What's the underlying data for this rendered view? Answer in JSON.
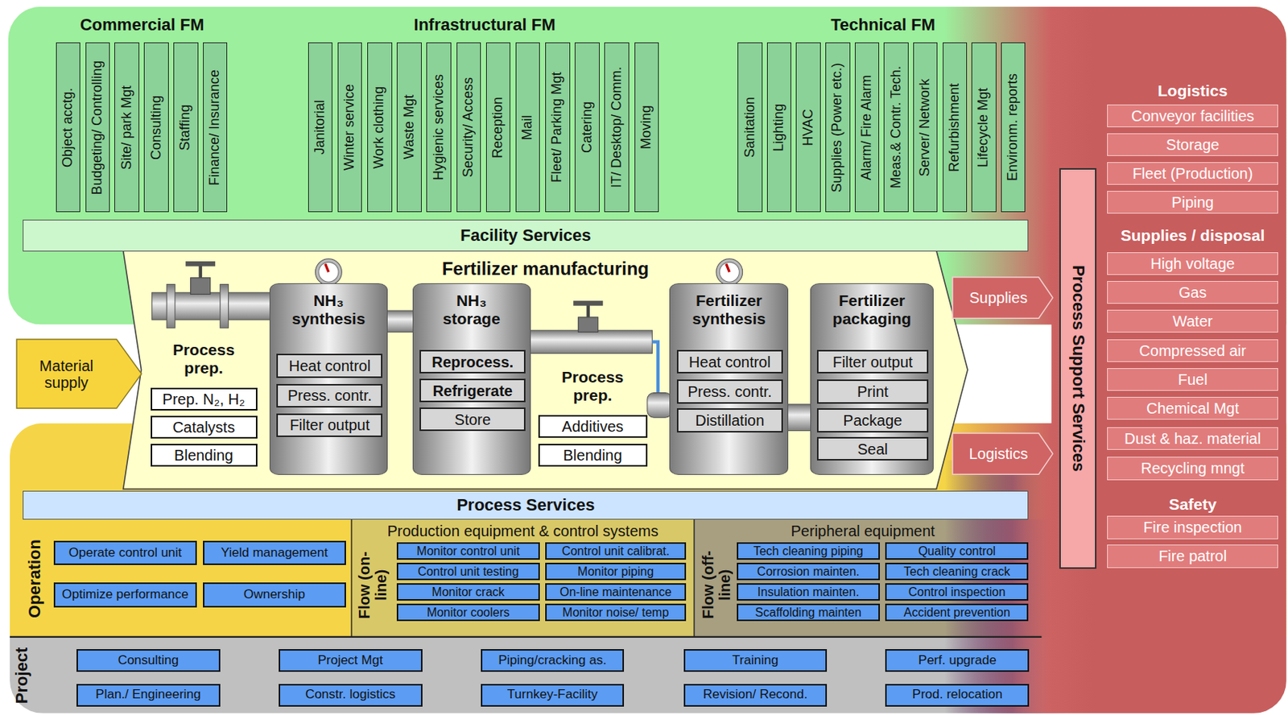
{
  "diagram": {
    "nodes": [
      {
        "text": [
          "Commercial FM"
        ]
      },
      {
        "text": [
          "Object acctg."
        ],
        "in": 0
      },
      {
        "text": [
          "Budgeting/ Controlling"
        ],
        "in": 0
      },
      {
        "text": [
          "Site/ park Mgt"
        ],
        "in": 0
      },
      {
        "text": [
          "Consulting"
        ],
        "in": 0
      },
      {
        "text": [
          "Staffing"
        ],
        "in": 0
      },
      {
        "text": [
          "Finance/ Insurance"
        ],
        "in": 0
      },
      {
        "text": [
          "Infrastructural FM"
        ]
      },
      {
        "text": [
          "Janitorial"
        ],
        "in": 7
      },
      {
        "text": [
          "Winter service"
        ],
        "in": 7
      },
      {
        "text": [
          "Work clothing"
        ],
        "in": 7
      },
      {
        "text": [
          "Waste Mgt"
        ],
        "in": 7
      },
      {
        "text": [
          "Hygienic services"
        ],
        "in": 7
      },
      {
        "text": [
          "Security/ Access"
        ],
        "in": 7
      },
      {
        "text": [
          "Reception"
        ],
        "in": 7
      },
      {
        "text": [
          "Mail"
        ],
        "in": 7
      },
      {
        "text": [
          "Fleet/ Parking Mgt"
        ],
        "in": 7
      },
      {
        "text": [
          "Catering"
        ],
        "in": 7
      },
      {
        "text": [
          "IT/ Desktop/ Comm."
        ],
        "in": 7
      },
      {
        "text": [
          "Moving"
        ],
        "in": 7
      },
      {
        "text": [
          "Technical FM"
        ]
      },
      {
        "text": [
          "Sanitation"
        ],
        "in": 20
      },
      {
        "text": [
          "Lighting"
        ],
        "in": 20
      },
      {
        "text": [
          "HVAC"
        ],
        "in": 20
      },
      {
        "text": [
          "Supplies (Power etc.)"
        ],
        "in": 20
      },
      {
        "text": [
          "Alarm/ Fire Alarm"
        ],
        "in": 20
      },
      {
        "text": [
          "Meas.& Contr. Tech."
        ],
        "in": 20
      },
      {
        "text": [
          "Server/ Network"
        ],
        "in": 20
      },
      {
        "text": [
          "Refurbishment"
        ],
        "in": 20
      },
      {
        "text": [
          "Lifecycle Mgt"
        ],
        "in": 20
      },
      {
        "text": [
          "Environm. reports"
        ],
        "in": 20
      },
      {
        "text": [
          "Facility Services"
        ]
      },
      {
        "text": [
          "Fertilizer manufacturing"
        ]
      },
      {
        "text": [
          "Process prep."
        ],
        "in": 32
      },
      {
        "text": [
          "Prep. N₂, H₂"
        ],
        "in": 33
      },
      {
        "text": [
          "Catalysts"
        ],
        "in": 33
      },
      {
        "text": [
          "Blending"
        ],
        "in": 33
      },
      {
        "text": [
          "NH₃ synthesis"
        ],
        "in": 32
      },
      {
        "text": [
          "Heat control"
        ],
        "in": 37
      },
      {
        "text": [
          "Press. contr."
        ],
        "in": 37
      },
      {
        "text": [
          "Filter output"
        ],
        "in": 37
      },
      {
        "text": [
          "NH₃ storage"
        ],
        "in": 32
      },
      {
        "text": [
          "Reprocess."
        ],
        "in": 41
      },
      {
        "text": [
          "Refrigerate"
        ],
        "in": 41
      },
      {
        "text": [
          "Store"
        ],
        "in": 41
      },
      {
        "text": [
          "Process prep."
        ],
        "in": 32
      },
      {
        "text": [
          "Additives"
        ],
        "in": 45
      },
      {
        "text": [
          "Blending"
        ],
        "in": 45
      },
      {
        "text": [
          "Fertilizer synthesis"
        ],
        "in": 32
      },
      {
        "text": [
          "Heat control"
        ],
        "in": 48
      },
      {
        "text": [
          "Press. contr."
        ],
        "in": 48
      },
      {
        "text": [
          "Distillation"
        ],
        "in": 48
      },
      {
        "text": [
          "Fertilizer packaging"
        ],
        "in": 32
      },
      {
        "text": [
          "Filter output"
        ],
        "in": 52
      },
      {
        "text": [
          "Print"
        ],
        "in": 52
      },
      {
        "text": [
          "Package"
        ],
        "in": 52
      },
      {
        "text": [
          "Seal"
        ],
        "in": 52
      },
      {
        "text": [
          "Material supply"
        ]
      },
      {
        "text": [
          "Supplies"
        ]
      },
      {
        "text": [
          "Logistics"
        ]
      },
      {
        "text": [
          "Process Services"
        ]
      },
      {
        "text": [
          "Operation"
        ]
      },
      {
        "text": [
          "Operate control unit"
        ],
        "in": 61
      },
      {
        "text": [
          "Yield management"
        ],
        "in": 61
      },
      {
        "text": [
          "Optimize performance"
        ],
        "in": 61
      },
      {
        "text": [
          "Ownership"
        ],
        "in": 61
      },
      {
        "text": [
          "Production equipment & control systems",
          "Flow (on-line)"
        ]
      },
      {
        "text": [
          "Monitor control unit"
        ],
        "in": 66
      },
      {
        "text": [
          "Control unit calibrat."
        ],
        "in": 66
      },
      {
        "text": [
          "Control unit testing"
        ],
        "in": 66
      },
      {
        "text": [
          "Monitor piping"
        ],
        "in": 66
      },
      {
        "text": [
          "Monitor crack"
        ],
        "in": 66
      },
      {
        "text": [
          "On-line maintenance"
        ],
        "in": 66
      },
      {
        "text": [
          "Monitor coolers"
        ],
        "in": 66
      },
      {
        "text": [
          "Monitor noise/ temp"
        ],
        "in": 66
      },
      {
        "text": [
          "Peripheral equipment",
          "Flow (off-line)"
        ]
      },
      {
        "text": [
          "Tech cleaning piping"
        ],
        "in": 75
      },
      {
        "text": [
          "Quality control"
        ],
        "in": 75
      },
      {
        "text": [
          "Corrosion mainten."
        ],
        "in": 75
      },
      {
        "text": [
          "Tech cleaning crack"
        ],
        "in": 75
      },
      {
        "text": [
          "Insulation mainten."
        ],
        "in": 75
      },
      {
        "text": [
          "Control inspection"
        ],
        "in": 75
      },
      {
        "text": [
          "Scaffolding mainten"
        ],
        "in": 75
      },
      {
        "text": [
          "Accident prevention"
        ],
        "in": 75
      },
      {
        "text": [
          "Project"
        ]
      },
      {
        "text": [
          "Consulting"
        ],
        "in": 84
      },
      {
        "text": [
          "Project Mgt"
        ],
        "in": 84
      },
      {
        "text": [
          "Piping/cracking as."
        ],
        "in": 84
      },
      {
        "text": [
          "Training"
        ],
        "in": 84
      },
      {
        "text": [
          "Perf. upgrade"
        ],
        "in": 84
      },
      {
        "text": [
          "Plan./ Engineering"
        ],
        "in": 84
      },
      {
        "text": [
          "Constr. logistics"
        ],
        "in": 84
      },
      {
        "text": [
          "Turnkey-Facility"
        ],
        "in": 84
      },
      {
        "text": [
          "Revision/ Recond."
        ],
        "in": 84
      },
      {
        "text": [
          "Prod. relocation"
        ],
        "in": 84
      },
      {
        "text": [
          "Process Support Services"
        ]
      },
      {
        "text": [
          "Logistics"
        ]
      },
      {
        "text": [
          "Conveyor facilities"
        ],
        "in": 96
      },
      {
        "text": [
          "Storage"
        ],
        "in": 96
      },
      {
        "text": [
          "Fleet (Production)"
        ],
        "in": 96
      },
      {
        "text": [
          "Piping"
        ],
        "in": 96
      },
      {
        "text": [
          "Supplies / disposal"
        ]
      },
      {
        "text": [
          "High voltage"
        ],
        "in": 101
      },
      {
        "text": [
          "Gas"
        ],
        "in": 101
      },
      {
        "text": [
          "Water"
        ],
        "in": 101
      },
      {
        "text": [
          "Compressed air"
        ],
        "in": 101
      },
      {
        "text": [
          "Fuel"
        ],
        "in": 101
      },
      {
        "text": [
          "Chemical Mgt"
        ],
        "in": 101
      },
      {
        "text": [
          "Dust & haz. material"
        ],
        "in": 101
      },
      {
        "text": [
          "Recycling mngt"
        ],
        "in": 101
      },
      {
        "text": [
          "Safety"
        ]
      },
      {
        "text": [
          "Fire inspection"
        ],
        "in": 110
      },
      {
        "text": [
          "Fire patrol"
        ],
        "in": 110
      }
    ]
  }
}
